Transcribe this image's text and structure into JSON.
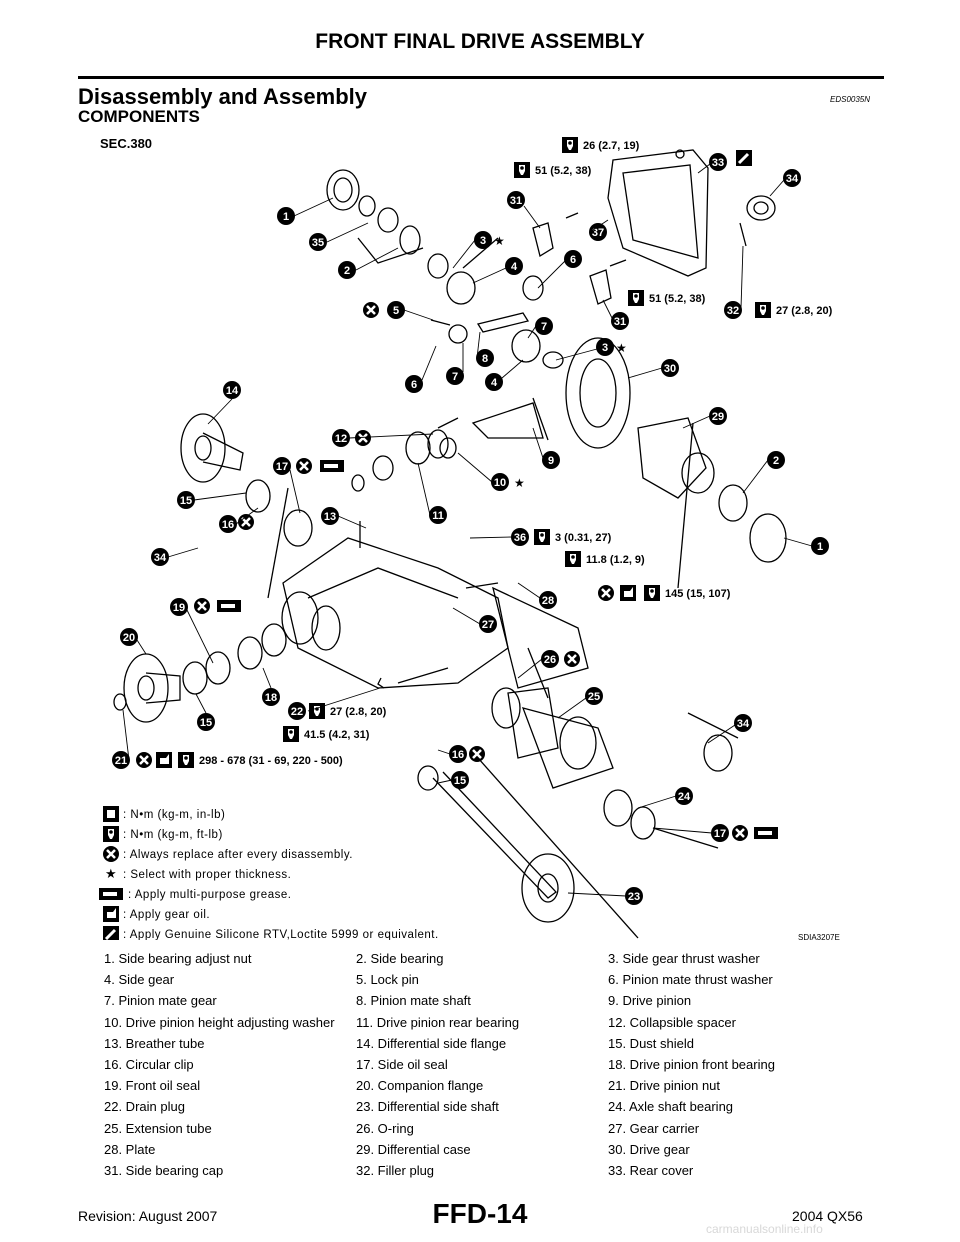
{
  "header": {
    "title": "FRONT FINAL DRIVE ASSEMBLY"
  },
  "section": {
    "title": "Disassembly and Assembly",
    "code": "EDS0035N"
  },
  "subsection": {
    "title": "COMPONENTS"
  },
  "figure": {
    "sec_label": "SEC.380",
    "figure_id": "SDIA3207E",
    "torque_callouts": [
      "26 (2.7, 19)",
      "51 (5.2, 38)",
      "51 (5.2, 38)",
      "27 (2.8, 20)",
      "3 (0.31, 27)",
      "11.8 (1.2, 9)",
      "145 (15, 107)",
      "27 (2.8, 20)",
      "41.5 (4.2, 31)",
      "298 - 678 (31 - 69, 220 - 500)"
    ],
    "legend": [
      ": N•m (kg-m, in-lb)",
      ": N•m (kg-m, ft-lb)",
      ": Always replace after every disassembly.",
      ": Select with proper thickness.",
      ": Apply multi-purpose grease.",
      ": Apply gear oil.",
      ": Apply Genuine Silicone RTV,Loctite 5999 or equivalent."
    ]
  },
  "parts": [
    "1. Side bearing adjust nut",
    "2. Side bearing",
    "3. Side gear thrust washer",
    "4. Side gear",
    "5. Lock pin",
    "6. Pinion mate thrust washer",
    "7. Pinion mate gear",
    "8. Pinion mate shaft",
    "9. Drive pinion",
    "10. Drive pinion height adjusting washer",
    "11. Drive pinion rear bearing",
    "12. Collapsible spacer",
    "13. Breather tube",
    "14. Differential side flange",
    "15. Dust shield",
    "16. Circular clip",
    "17. Side oil seal",
    "18. Drive pinion front bearing",
    "19. Front oil seal",
    "20. Companion flange",
    "21. Drive pinion nut",
    "22. Drain plug",
    "23. Differential side shaft",
    "24. Axle shaft bearing",
    "25. Extension tube",
    "26. O-ring",
    "27. Gear carrier",
    "28. Plate",
    "29. Differential case",
    "30. Drive gear",
    "31. Side bearing cap",
    "32. Filler plug",
    "33. Rear cover"
  ],
  "footer": {
    "revision": "Revision: August 2007",
    "page": "FFD-14",
    "model": "2004 QX56",
    "watermark": "carmanualsonline.info"
  }
}
